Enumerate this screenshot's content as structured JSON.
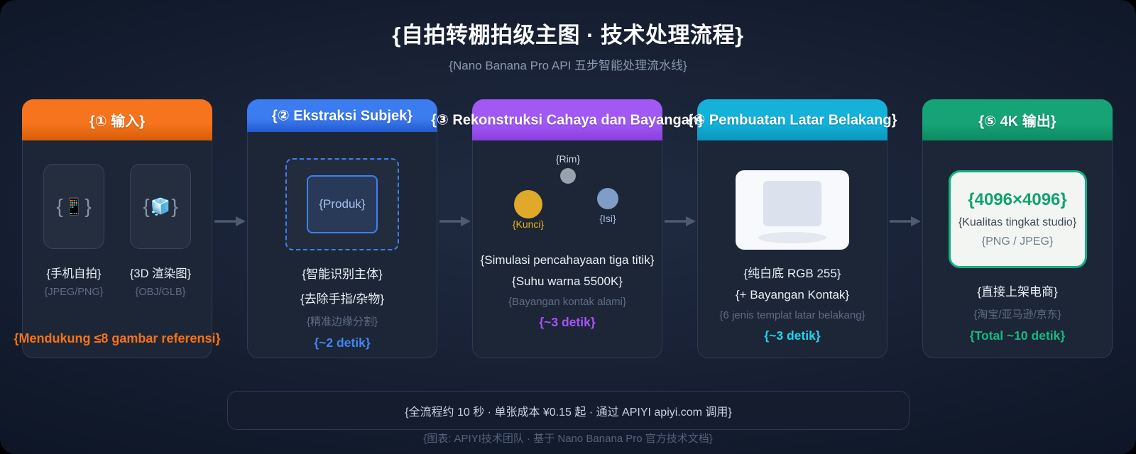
{
  "page": {
    "title": "{自拍转棚拍级主图 · 技术处理流程}",
    "subtitle": "{Nano Banana Pro API 五步智能处理流水线}",
    "summary": "{全流程约 10 秒 · 单张成本 ¥0.15 起 · 通过 APIYI apiyi.com 调用}",
    "credit": "{图表: APIYI技术团队 · 基于 Nano Banana Pro 官方技术文档}"
  },
  "symbols": {
    "brace_open": "{",
    "brace_close": "}"
  },
  "steps": [
    {
      "header": "{① 输入}",
      "colors": {
        "header_top": "#f5741d",
        "header_bottom": "#d85c09",
        "accent": "#f97316"
      },
      "inputs": [
        {
          "icon": "📱",
          "label": "{手机自拍}",
          "sublabel": "{JPEG/PNG}"
        },
        {
          "icon": "🧊",
          "label": "{3D 渲染图}",
          "sublabel": "{OBJ/GLB}"
        }
      ],
      "note": "{Mendukung ≤8 gambar referensi}"
    },
    {
      "header": "{② Ekstraksi Subjek}",
      "colors": {
        "header_top": "#3b7cf0",
        "header_bottom": "#2459d1",
        "accent": "#4285f5"
      },
      "produk": "{Produk}",
      "lines": [
        "{智能识别主体}",
        "{去除手指/杂物}",
        "{精准边缘分割}"
      ],
      "time": "{~2 detik}"
    },
    {
      "header": "{③ Rekonstruksi Cahaya dan Bayangan}",
      "colors": {
        "header_top": "#a158f5",
        "header_bottom": "#8a3fe0",
        "accent": "#a855f7"
      },
      "lights": [
        {
          "label": "{Rim}"
        },
        {
          "label": "{Kunci}"
        },
        {
          "label": "{Isi}"
        }
      ],
      "lines": [
        "{Simulasi pencahayaan tiga titik}",
        "{Suhu warna 5500K}",
        "{Bayangan kontak alami}"
      ],
      "time": "{~3 detik}"
    },
    {
      "header": "{④ Pembuatan Latar Belakang}",
      "colors": {
        "header_top": "#14b1d8",
        "header_bottom": "#0b95bd",
        "accent": "#22d3ee"
      },
      "lines": [
        "{纯白底 RGB 255}",
        "{+ Bayangan Kontak}",
        "{6 jenis templat latar belakang}"
      ],
      "time": "{~3 detik}"
    },
    {
      "header": "{⑤ 4K 输出}",
      "colors": {
        "header_top": "#16a376",
        "header_bottom": "#0d8a60",
        "accent": "#13b981"
      },
      "output": {
        "resolution": "{4096×4096}",
        "quality": "{Kualitas tingkat studio}",
        "formats": "{PNG / JPEG}"
      },
      "lines": [
        "{直接上架电商}",
        "{淘宝/亚马逊/京东}"
      ],
      "time": "{Total ~10 detik}"
    }
  ]
}
